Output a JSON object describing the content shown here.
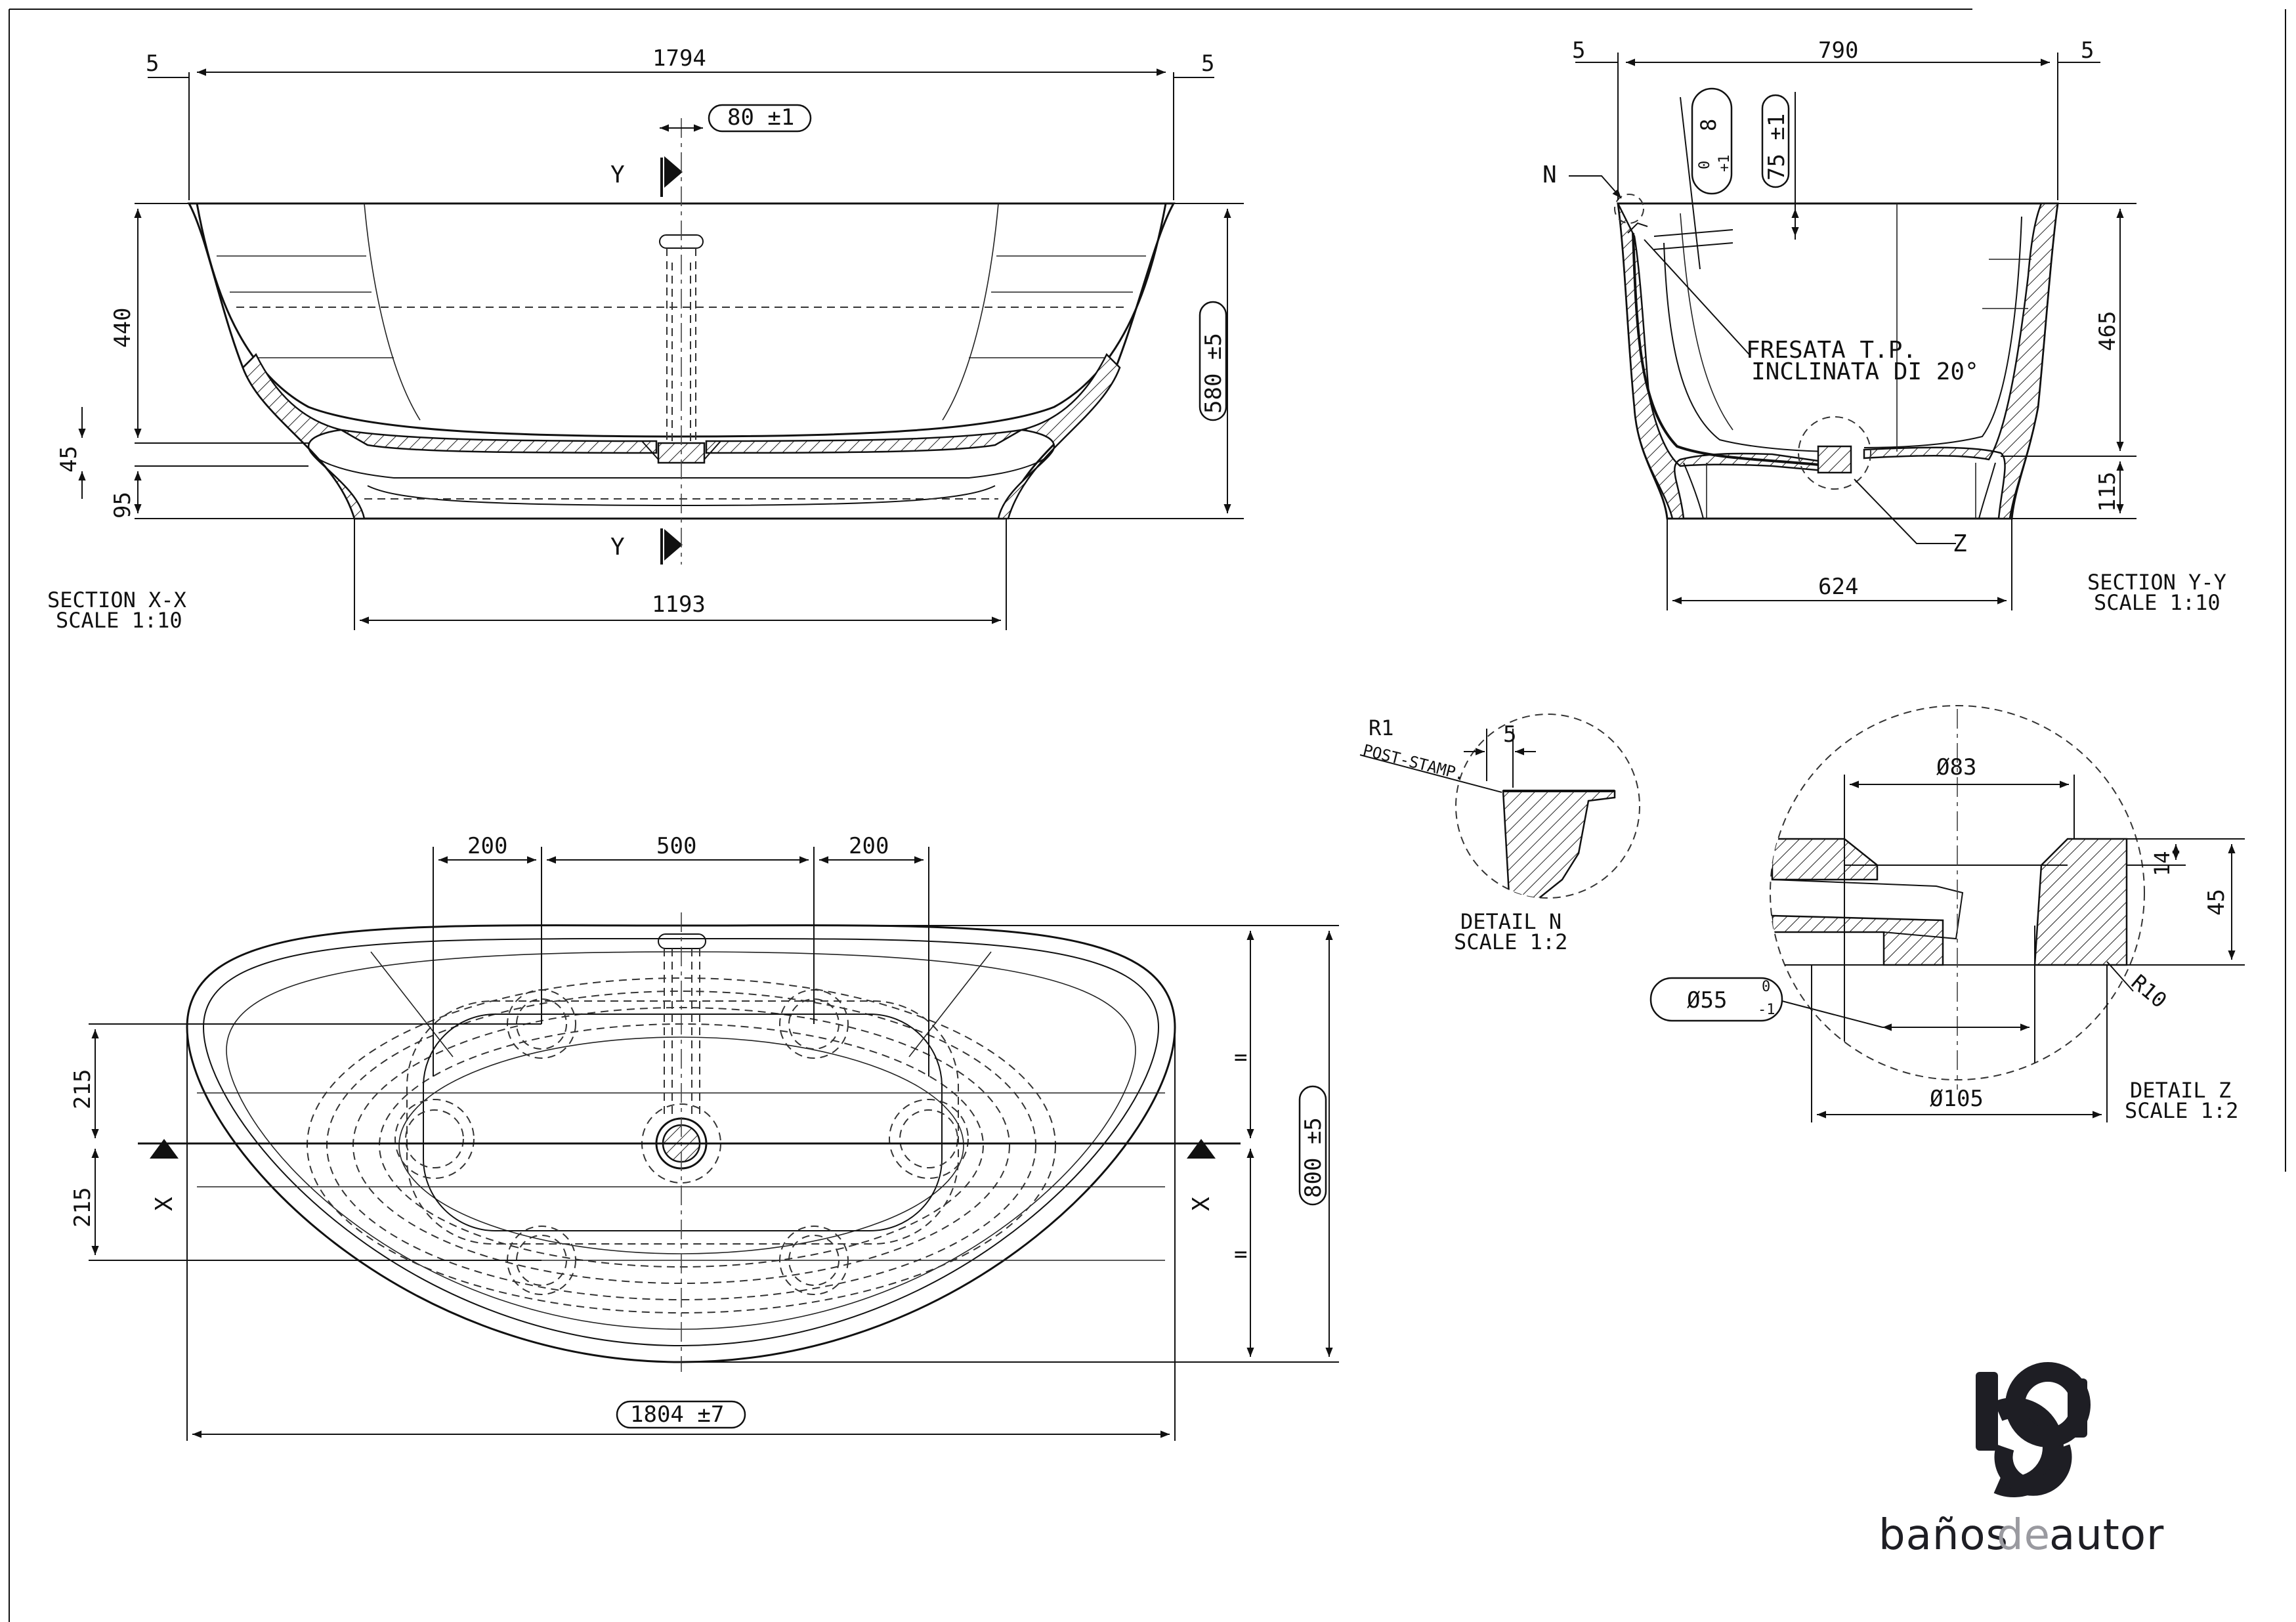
{
  "section_xx": {
    "title": "SECTION X-X",
    "scale": "SCALE 1:10",
    "dims": {
      "overall_width": "1794",
      "edge_left": "5",
      "edge_right": "5",
      "overflow": "80 ±1",
      "inner_depth": "440",
      "base_thickness": "45",
      "foot_height": "95",
      "total_height": "580 ±5",
      "base_width": "1193"
    },
    "cut_label": "Y"
  },
  "section_yy": {
    "title": "SECTION Y-Y",
    "scale": "SCALE 1:10",
    "dims": {
      "overall_width": "790",
      "edge_left": "5",
      "edge_right": "5",
      "slot_a": "8",
      "slot_a_tol_top": "0",
      "slot_a_tol_bottom": "+1",
      "slot_height": "75 ±1",
      "inner_depth": "465",
      "foot_height": "115",
      "base_width": "624"
    },
    "detail_n_marker": "N",
    "detail_z_marker": "Z",
    "note_line1": "FRESATA T.P.",
    "note_line2": "INCLINATA DI 20°"
  },
  "plan_view": {
    "spacing_left": "200",
    "spacing_center": "500",
    "spacing_right": "200",
    "offset_top": "215",
    "offset_bottom": "215",
    "total_width": "1804 ±7",
    "total_depth": "800 ±5",
    "equal_mark": "=",
    "cut_label": "X"
  },
  "detail_n": {
    "title": "DETAIL N",
    "scale": "SCALE 1:2",
    "radius": "R1",
    "note": "POST-STAMP.",
    "dim": "5"
  },
  "detail_z": {
    "title": "DETAIL Z",
    "scale": "SCALE 1:2",
    "dia_top": "Ø83",
    "dia_hole": "Ø55",
    "dia_hole_tol_top": "0",
    "dia_hole_tol_bottom": "-1",
    "dia_bottom": "Ø105",
    "depth_a": "14",
    "depth_b": "45",
    "radius": "R10"
  },
  "brand": {
    "part1": "baños",
    "part2": "de",
    "part3": "autor",
    "color_main": "#1e1e24",
    "color_accent": "#9a9aa0",
    "icon": "ba-monogram-logo"
  }
}
